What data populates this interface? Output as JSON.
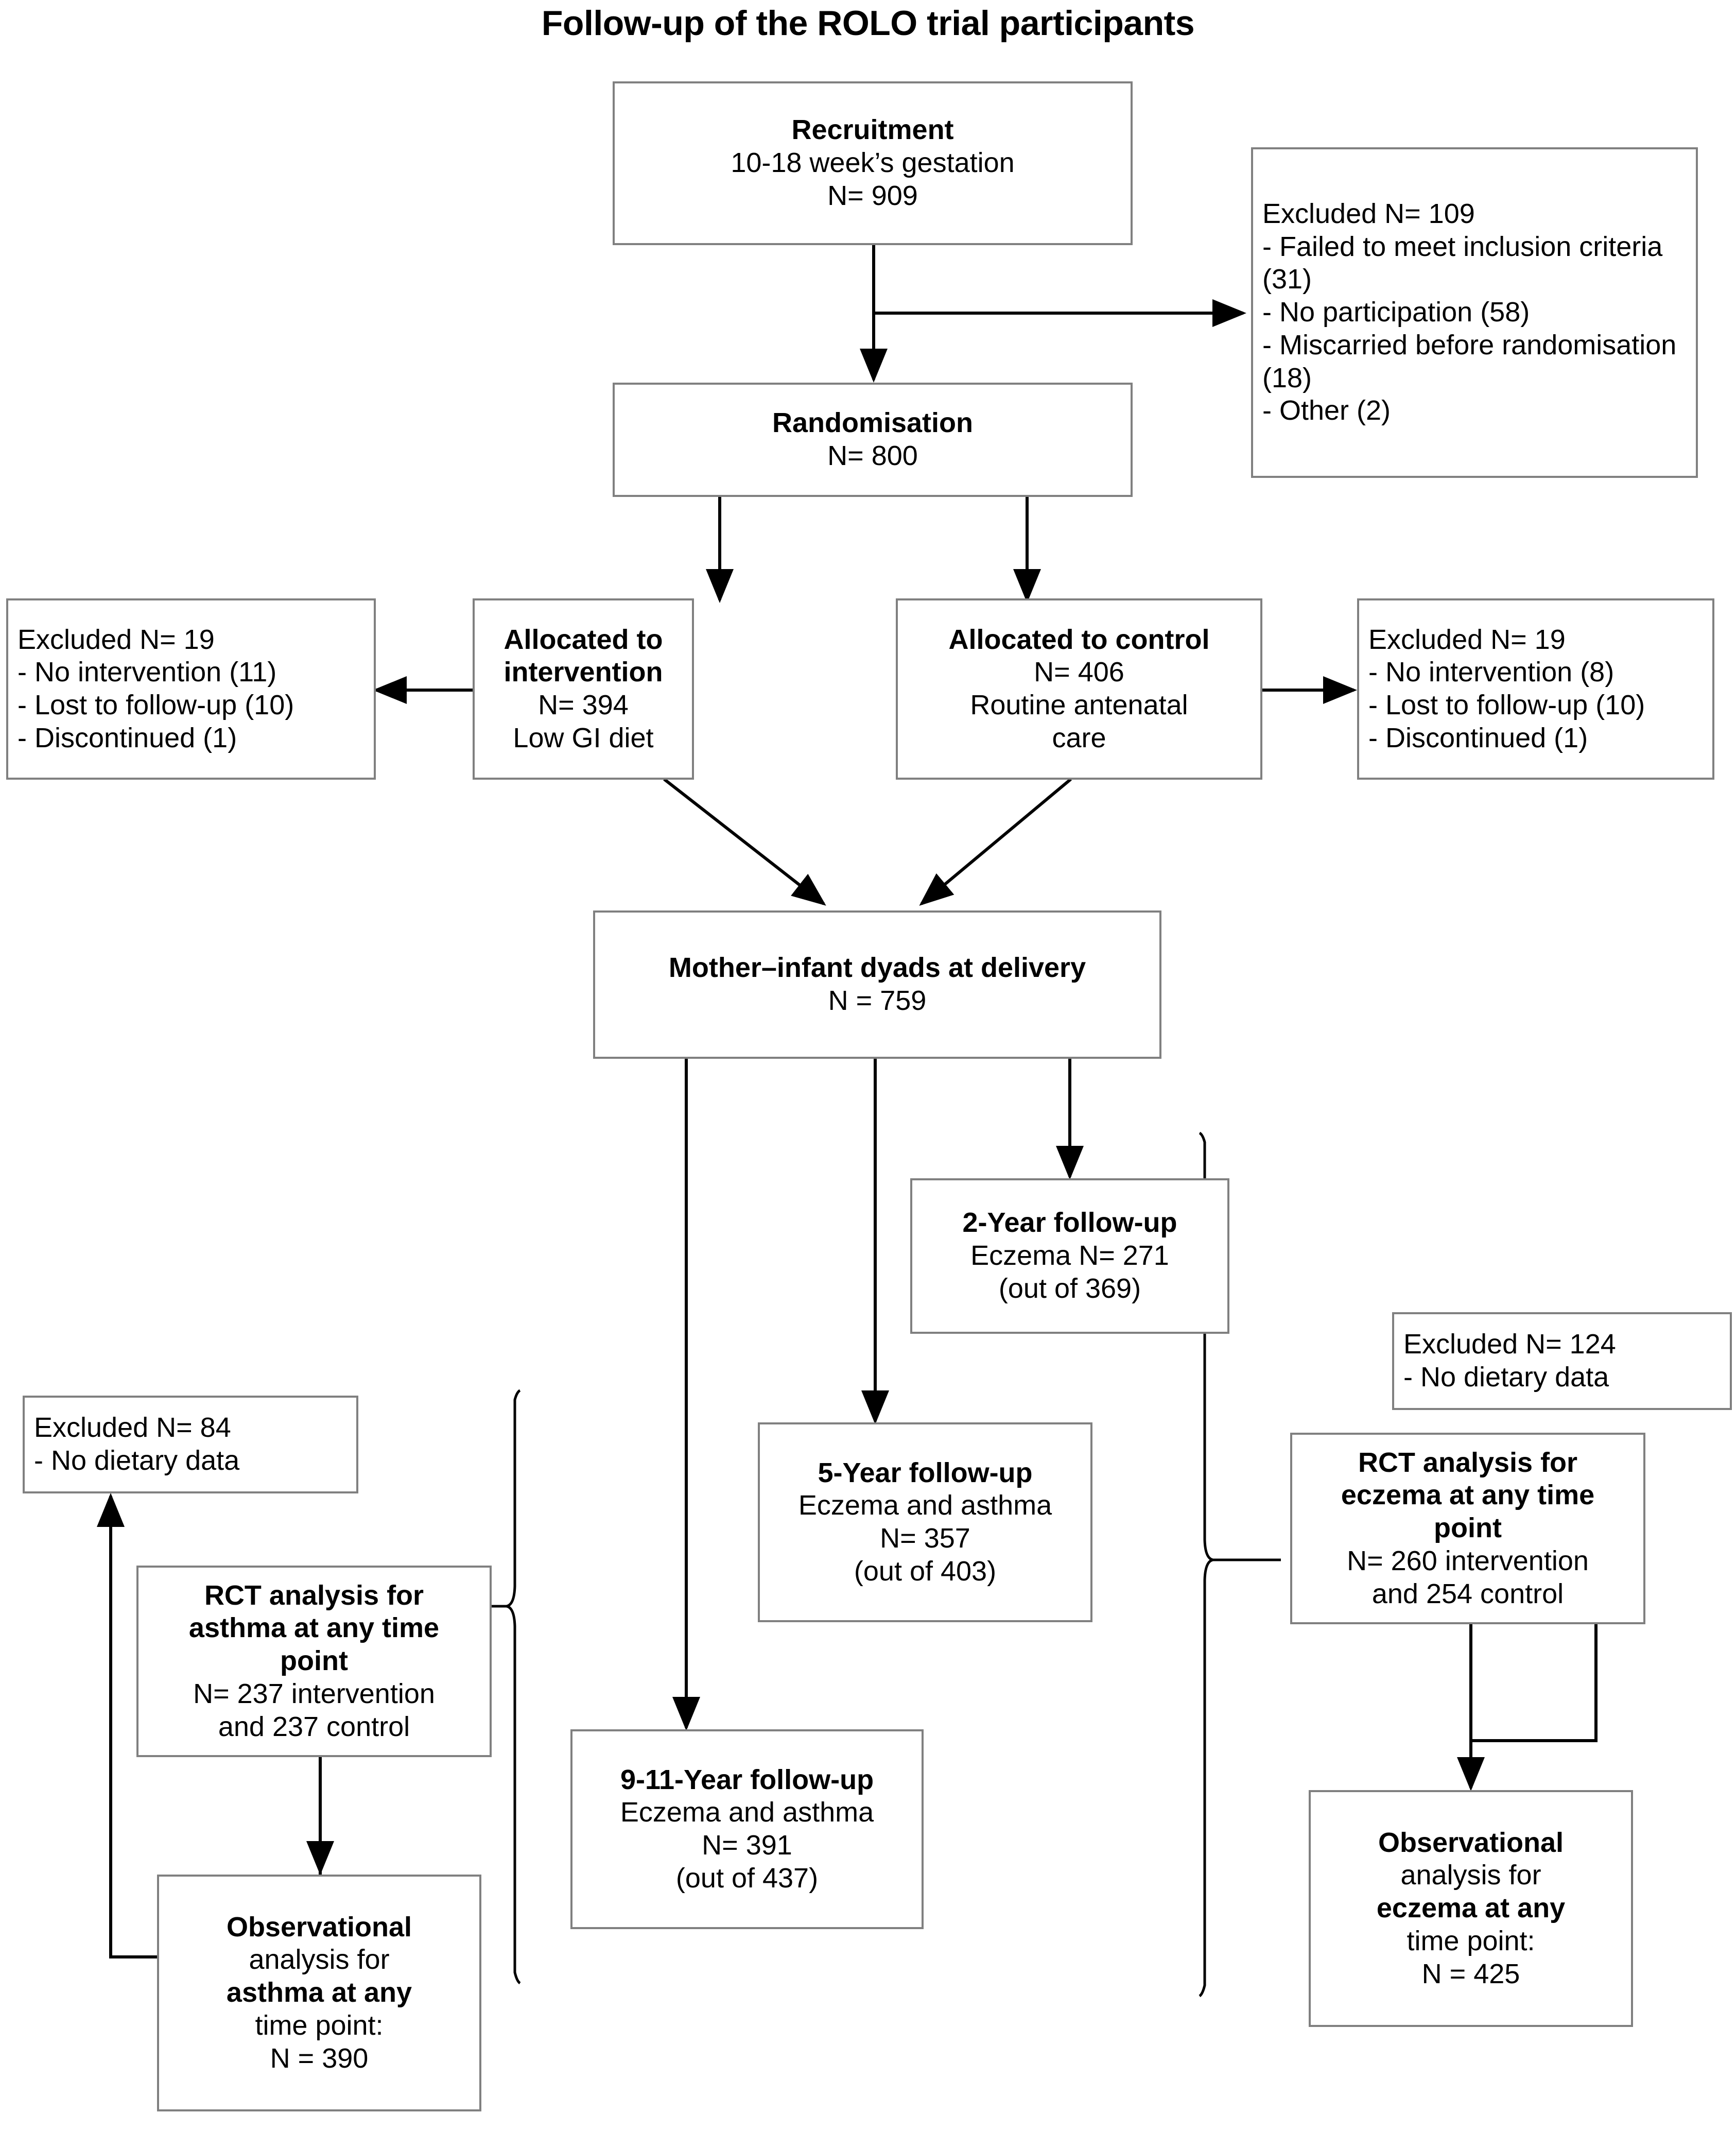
{
  "title": "Follow-up of the ROLO trial participants",
  "colors": {
    "box_border": "#808080",
    "line": "#000000",
    "background": "#ffffff",
    "text": "#000000"
  },
  "nodes": {
    "recruitment": {
      "line1": "Recruitment",
      "line2": "10-18 week’s gestation",
      "line3": "N= 909"
    },
    "excluded_109": {
      "line1": "Excluded N= 109",
      "line2": "- Failed to meet inclusion criteria (31)",
      "line3": "- No participation (58)",
      "line4": "- Miscarried before randomisation (18)",
      "line5": "- Other (2)"
    },
    "randomisation": {
      "line1": "Randomisation",
      "line2": "N= 800"
    },
    "excluded_19_left": {
      "line1": "Excluded N= 19",
      "line2": "- No intervention (11)",
      "line3": "- Lost to follow-up (10)",
      "line4": "- Discontinued (1)"
    },
    "allocated_intervention": {
      "line1": "Allocated to",
      "line2": "intervention",
      "line3": "N= 394",
      "line4": "Low GI diet"
    },
    "allocated_control": {
      "line1": "Allocated to control",
      "line2": "N= 406",
      "line3": "Routine antenatal",
      "line4": "care"
    },
    "excluded_19_right": {
      "line1": "Excluded N= 19",
      "line2": "- No intervention (8)",
      "line3": "- Lost to follow-up (10)",
      "line4": "- Discontinued (1)"
    },
    "dyads": {
      "line1": "Mother–infant dyads at delivery",
      "line2": "N = 759"
    },
    "followup_2y": {
      "line1": "2-Year follow-up",
      "line2": "Eczema N= 271",
      "line3": "(out of 369)"
    },
    "followup_5y": {
      "line1": "5-Year follow-up",
      "line2": "Eczema and asthma",
      "line3": "N= 357",
      "line4": "(out of 403)"
    },
    "followup_9_11y": {
      "line1": "9-11-Year follow-up",
      "line2": "Eczema and asthma",
      "line3": "N= 391",
      "line4": "(out of 437)"
    },
    "excluded_84": {
      "line1": "Excluded N= 84",
      "line2": "- No dietary data"
    },
    "rct_asthma": {
      "line1": "RCT analysis for",
      "line2": "asthma at any time",
      "line3": "point",
      "line4": "N= 237 intervention",
      "line5": "and 237 control"
    },
    "obs_asthma": {
      "line1": "Observational",
      "line2": "analysis for",
      "line3": "asthma at any",
      "line4": "time point:",
      "line5": "N = 390"
    },
    "excluded_124": {
      "line1": "Excluded N= 124",
      "line2": "- No dietary data"
    },
    "rct_eczema": {
      "line1": "RCT analysis for",
      "line2": "eczema at any time",
      "line3": "point",
      "line4": "N= 260 intervention",
      "line5": "and 254 control"
    },
    "obs_eczema": {
      "line1": "Observational",
      "line2": "analysis for",
      "line3": "eczema at any",
      "line4": "time point:",
      "line5": "N = 425"
    }
  },
  "chart_data": {
    "type": "table",
    "title": "Follow-up of the ROLO trial participants",
    "flow": [
      {
        "stage": "Recruitment",
        "n": 909,
        "detail": "10-18 week’s gestation"
      },
      {
        "stage": "Excluded before randomisation",
        "n": 109,
        "reasons": [
          {
            "label": "Failed to meet inclusion criteria",
            "n": 31
          },
          {
            "label": "No participation",
            "n": 58
          },
          {
            "label": "Miscarried before randomisation",
            "n": 18
          },
          {
            "label": "Other",
            "n": 2
          }
        ]
      },
      {
        "stage": "Randomisation",
        "n": 800
      },
      {
        "stage": "Allocated to intervention (Low GI diet)",
        "n": 394
      },
      {
        "stage": "Allocated to control (Routine antenatal care)",
        "n": 406
      },
      {
        "stage": "Excluded from intervention arm",
        "n": 19,
        "reasons": [
          {
            "label": "No intervention",
            "n": 11
          },
          {
            "label": "Lost to follow-up",
            "n": 10
          },
          {
            "label": "Discontinued",
            "n": 1
          }
        ]
      },
      {
        "stage": "Excluded from control arm",
        "n": 19,
        "reasons": [
          {
            "label": "No intervention",
            "n": 8
          },
          {
            "label": "Lost to follow-up",
            "n": 10
          },
          {
            "label": "Discontinued",
            "n": 1
          }
        ]
      },
      {
        "stage": "Mother–infant dyads at delivery",
        "n": 759
      },
      {
        "stage": "2-Year follow-up (Eczema)",
        "n": 271,
        "out_of": 369
      },
      {
        "stage": "5-Year follow-up (Eczema and asthma)",
        "n": 357,
        "out_of": 403
      },
      {
        "stage": "9-11-Year follow-up (Eczema and asthma)",
        "n": 391,
        "out_of": 437
      },
      {
        "stage": "RCT analysis for asthma at any time point",
        "intervention": 237,
        "control": 237
      },
      {
        "stage": "Excluded (asthma observational)",
        "n": 84,
        "reasons": [
          {
            "label": "No dietary data",
            "n": 84
          }
        ]
      },
      {
        "stage": "Observational analysis for asthma at any time point",
        "n": 390
      },
      {
        "stage": "RCT analysis for eczema at any time point",
        "intervention": 260,
        "control": 254
      },
      {
        "stage": "Excluded (eczema observational)",
        "n": 124,
        "reasons": [
          {
            "label": "No dietary data",
            "n": 124
          }
        ]
      },
      {
        "stage": "Observational analysis for eczema at any time point",
        "n": 425
      }
    ]
  }
}
